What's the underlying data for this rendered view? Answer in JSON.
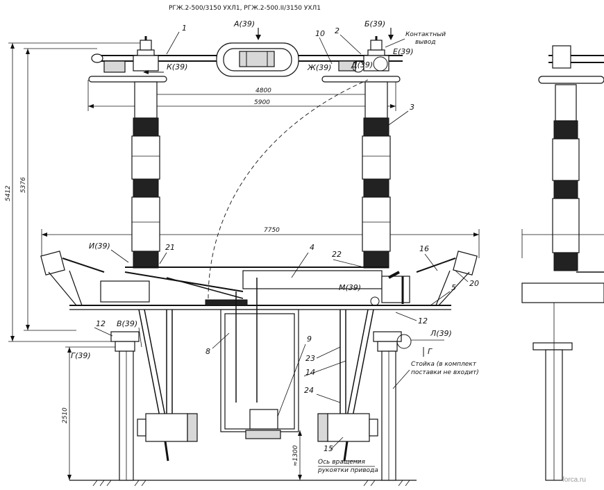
{
  "title": "РГЖ.2-500/3150 УХЛ1, РГЖ.2-500.II/3150 УХЛ1",
  "watermark": "forca.ru",
  "views": {
    "A": "А(39)",
    "B": "Б(39)",
    "K": "К(39)",
    "Zh": "Ж(39)",
    "D": "Д(39)",
    "E": "Е(39)",
    "I": "И(39)",
    "M": "М(39)",
    "V": "В(39)",
    "G": "Г(39)",
    "L": "Л(39)",
    "G_arrow": "Г"
  },
  "notes": {
    "contact_outlet_1": "Контактный",
    "contact_outlet_2": "вывод",
    "stand_1": "Стойка (в комплект",
    "stand_2": "поставки не входит)",
    "axis_1": "Ось вращения",
    "axis_2": "рукоятки привода"
  },
  "dimensions": {
    "d4800": "4800",
    "d5900": "5900",
    "d7750": "7750",
    "d5412": "5412",
    "d5376": "5376",
    "d2510": "2510",
    "d1300": "≈1300"
  },
  "callouts": {
    "c1": "1",
    "c2": "2",
    "c3": "3",
    "c4": "4",
    "c5": "5",
    "c8": "8",
    "c9": "9",
    "c10": "10",
    "c12a": "12",
    "c12b": "12",
    "c14": "14",
    "c15": "15",
    "c16": "16",
    "c20": "20",
    "c21": "21",
    "c22": "22",
    "c23": "23",
    "c24": "24"
  }
}
